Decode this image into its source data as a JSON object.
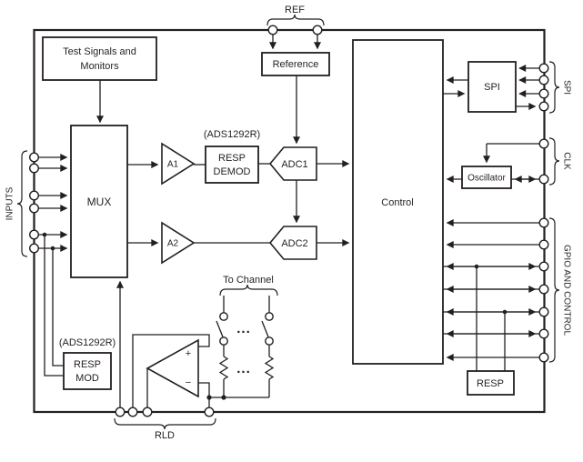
{
  "colors": {
    "line": "#231f20",
    "background": "#ffffff"
  },
  "blocks": {
    "test_signals": {
      "line1": "Test Signals and",
      "line2": "Monitors"
    },
    "mux": "MUX",
    "a1": "A1",
    "a2": "A2",
    "resp_demod": {
      "variant_tag": "(ADS1292R)",
      "line1": "RESP",
      "line2": "DEMOD"
    },
    "adc1": "ADC1",
    "adc2": "ADC2",
    "reference": "Reference",
    "control": "Control",
    "spi": "SPI",
    "oscillator": "Oscillator",
    "resp": "RESP",
    "resp_mod": {
      "variant_tag": "(ADS1292R)",
      "line1": "RESP",
      "line2": "MOD"
    },
    "opamp": {
      "plus": "+",
      "minus": "−"
    }
  },
  "pin_groups": {
    "inputs": "INPUTS",
    "ref": "REF",
    "spi": "SPI",
    "clk": "CLK",
    "gpio": "GPIO AND CONTROL",
    "rld": "RLD"
  },
  "annotations": {
    "to_channel": "To Channel",
    "ellipsis": "..."
  }
}
